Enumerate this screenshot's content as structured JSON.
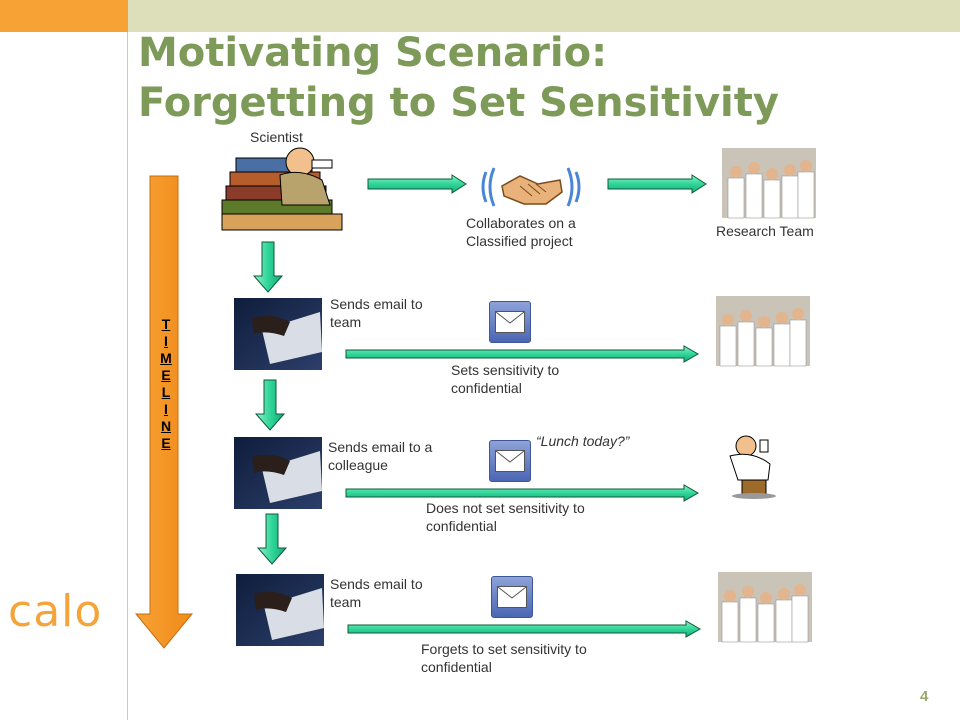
{
  "title": {
    "line1": "Motivating Scenario:",
    "line2": "Forgetting to Set Sensitivity"
  },
  "logo": "calo",
  "page_number": "4",
  "timeline": [
    "T",
    "I",
    "M",
    "E",
    "L",
    "I",
    "N",
    "E"
  ],
  "top_row": {
    "scientist_label": "Scientist",
    "collab_line1": "Collaborates on a",
    "collab_line2": "Classified project",
    "team_label": "Research Team"
  },
  "steps": [
    {
      "action_line1": "Sends email to",
      "action_line2": "team",
      "result_line1": "Sets sensitivity to",
      "result_line2": "confidential",
      "quote": ""
    },
    {
      "action_line1": "Sends email to a",
      "action_line2": "colleague",
      "result_line1": "Does not set sensitivity to",
      "result_line2": "confidential",
      "quote": "“Lunch today?”"
    },
    {
      "action_line1": "Sends email to",
      "action_line2": "team",
      "result_line1": "Forgets to set sensitivity to",
      "result_line2": "confidential",
      "quote": ""
    }
  ],
  "colors": {
    "accent_orange": "#f7a234",
    "title_green": "#7e9a58",
    "arrow_green": "#2fd69a",
    "band": "#dcdfb9"
  }
}
